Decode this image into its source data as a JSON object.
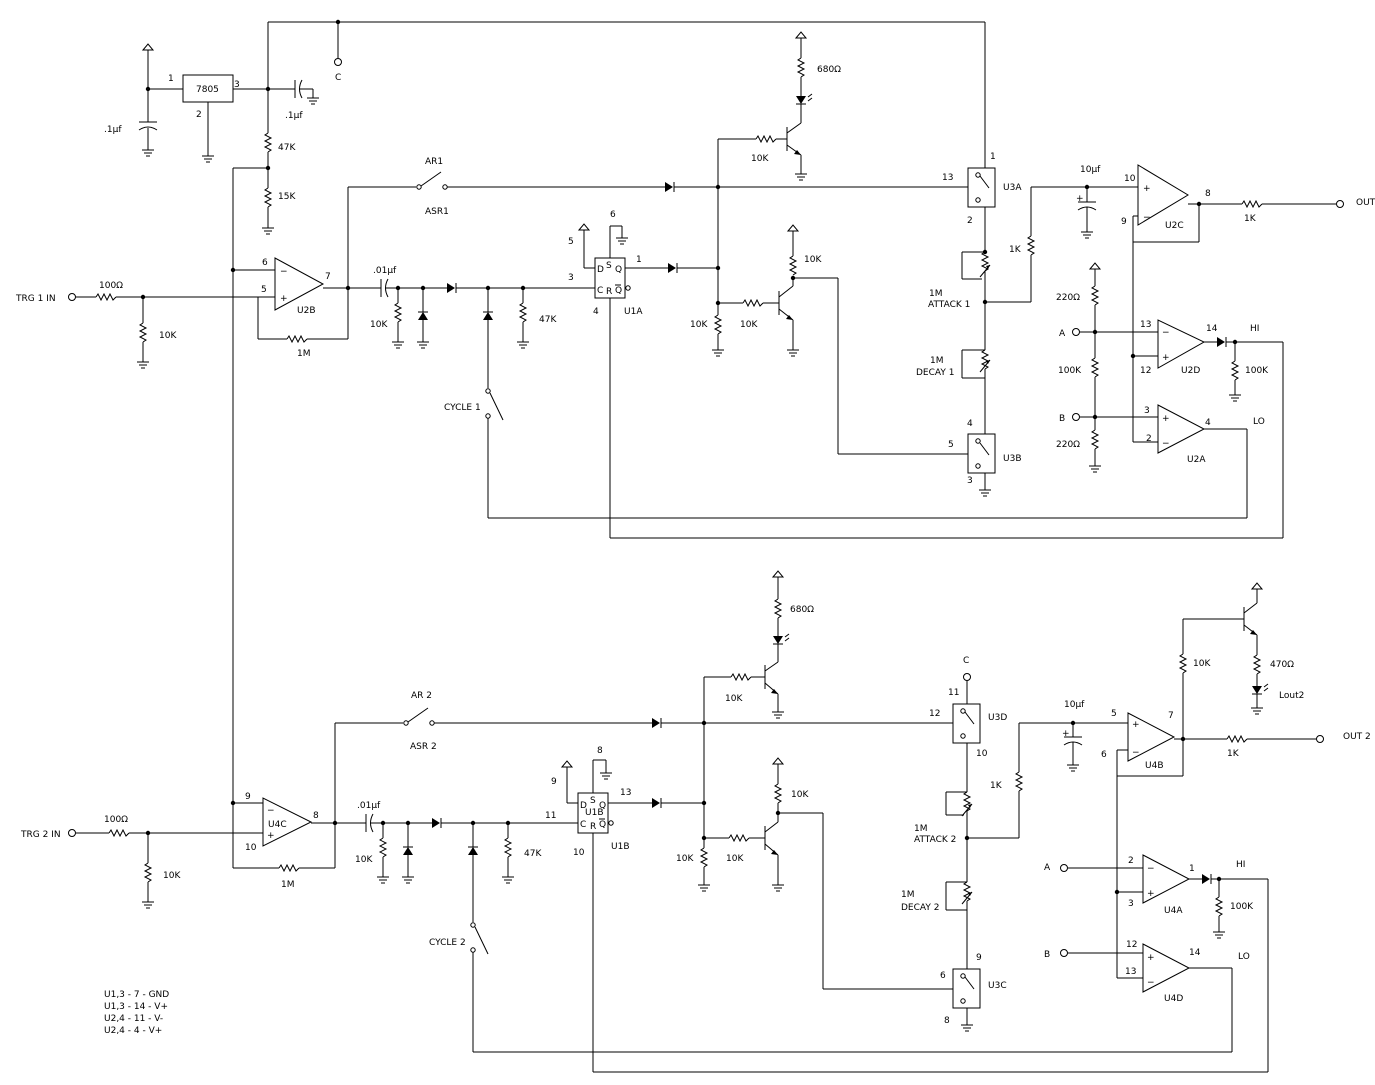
{
  "schematic": {
    "regulator": {
      "part": "7805",
      "pin_in": "1",
      "pin_gnd": "2",
      "pin_out": "3",
      "cap_in": ".1µf",
      "cap_out": ".1µf"
    },
    "node_c": "C",
    "ref_divider": {
      "r_top": "47K",
      "r_bottom": "15K"
    },
    "ch1": {
      "trigger_label": "TRG 1 IN",
      "r_in": "100Ω",
      "r_pull": "10K",
      "comp_name": "U2B",
      "comp_pin_inv": "6",
      "comp_pin_noninv": "5",
      "comp_pin_out": "7",
      "r_hyst": "1M",
      "switch_ar": "AR1",
      "switch_asr": "ASR1",
      "cap_couple": ".01µf",
      "r_couple": "10K",
      "r_47k": "47K",
      "ff_name": "U1A",
      "ff_pin_d": "5",
      "ff_pin_s": "6",
      "ff_pin_c": "3",
      "ff_pin_r": "4",
      "ff_pin_q": "1",
      "ff_D": "D",
      "ff_S": "S",
      "ff_Q": "Q",
      "ff_C": "C",
      "ff_R": "R",
      "ff_Qb": "Q",
      "r_base1": "10K",
      "r_led": "680Ω",
      "r_div": "10K",
      "r_base2": "10K",
      "r_coll": "10K",
      "cycle_label": "CYCLE 1",
      "sw_a_name": "U3A",
      "sw_a_pin_ctrl": "13",
      "sw_a_pin_top": "1",
      "sw_a_pin_bot": "2",
      "pot_attack": "1M",
      "pot_attack_label": "ATTACK 1",
      "pot_decay": "1M",
      "pot_decay_label": "DECAY 1",
      "sw_b_name": "U3B",
      "sw_b_pin_ctrl": "5",
      "sw_b_pin_top": "4",
      "sw_b_pin_bot": "3",
      "cap_timing": "10µf",
      "r_1k_in": "1K",
      "buf_name": "U2C",
      "buf_pin_plus": "10",
      "buf_pin_minus": "9",
      "buf_pin_out": "8",
      "r_out": "1K",
      "out_label": "OUT",
      "r_220_top": "220Ω",
      "r_100k_mid": "100K",
      "r_220_bot": "220Ω",
      "node_a": "A",
      "node_b": "B",
      "hi_name": "U2D",
      "hi_pin_minus": "13",
      "hi_pin_plus": "12",
      "hi_pin_out": "14",
      "r_hi": "100K",
      "hi_label": "HI",
      "lo_name": "U2A",
      "lo_pin_plus": "3",
      "lo_pin_minus": "2",
      "lo_pin_out": "4",
      "lo_label": "LO"
    },
    "ch2": {
      "trigger_label": "TRG 2 IN",
      "r_in": "100Ω",
      "r_pull": "10K",
      "comp_name": "U4C",
      "comp_pin_inv": "9",
      "comp_pin_noninv": "10",
      "comp_pin_out": "8",
      "r_hyst": "1M",
      "switch_ar": "AR 2",
      "switch_asr": "ASR 2",
      "cap_couple": ".01µf",
      "r_couple": "10K",
      "r_47k": "47K",
      "ff_name": "U1B",
      "ff_name_inside": "U1B",
      "ff_pin_d": "9",
      "ff_pin_s": "8",
      "ff_pin_c": "11",
      "ff_pin_r": "10",
      "ff_pin_q": "13",
      "ff_D": "D",
      "ff_S": "S",
      "ff_Q": "Q",
      "ff_C": "C",
      "ff_R": "R",
      "ff_Qb": "Q",
      "r_base1": "10K",
      "r_led": "680Ω",
      "r_div": "10K",
      "r_base2": "10K",
      "r_coll": "10K",
      "cycle_label": "CYCLE 2",
      "sw_a_name": "U3D",
      "sw_a_pin_ctrl": "12",
      "sw_a_pin_top": "11",
      "sw_a_pin_bot": "10",
      "node_c": "C",
      "pot_attack": "1M",
      "pot_attack_label": "ATTACK 2",
      "pot_decay": "1M",
      "pot_decay_label": "DECAY 2",
      "sw_b_name": "U3C",
      "sw_b_pin_ctrl": "6",
      "sw_b_pin_top": "9",
      "sw_b_pin_bot": "8",
      "cap_timing": "10µf",
      "r_1k_in": "1K",
      "buf_name": "U4B",
      "buf_pin_plus": "5",
      "buf_pin_minus": "6",
      "buf_pin_out": "7",
      "r_out": "1K",
      "out_label": "OUT 2",
      "r_bias": "10K",
      "r_led_out": "470Ω",
      "led_out_label": "Lout2",
      "node_a": "A",
      "node_b": "B",
      "hi_name": "U4A",
      "hi_pin_minus": "2",
      "hi_pin_plus": "3",
      "hi_pin_out": "1",
      "r_hi": "100K",
      "hi_label": "HI",
      "lo_name": "U4D",
      "lo_pin_plus": "12",
      "lo_pin_minus": "13",
      "lo_pin_out": "14",
      "lo_label": "LO"
    },
    "notes": [
      "U1,3 -  7 - GND",
      "U1,3 - 14 - V+",
      "U2,4 - 11 - V-",
      "U2,4 -  4 - V+"
    ]
  }
}
